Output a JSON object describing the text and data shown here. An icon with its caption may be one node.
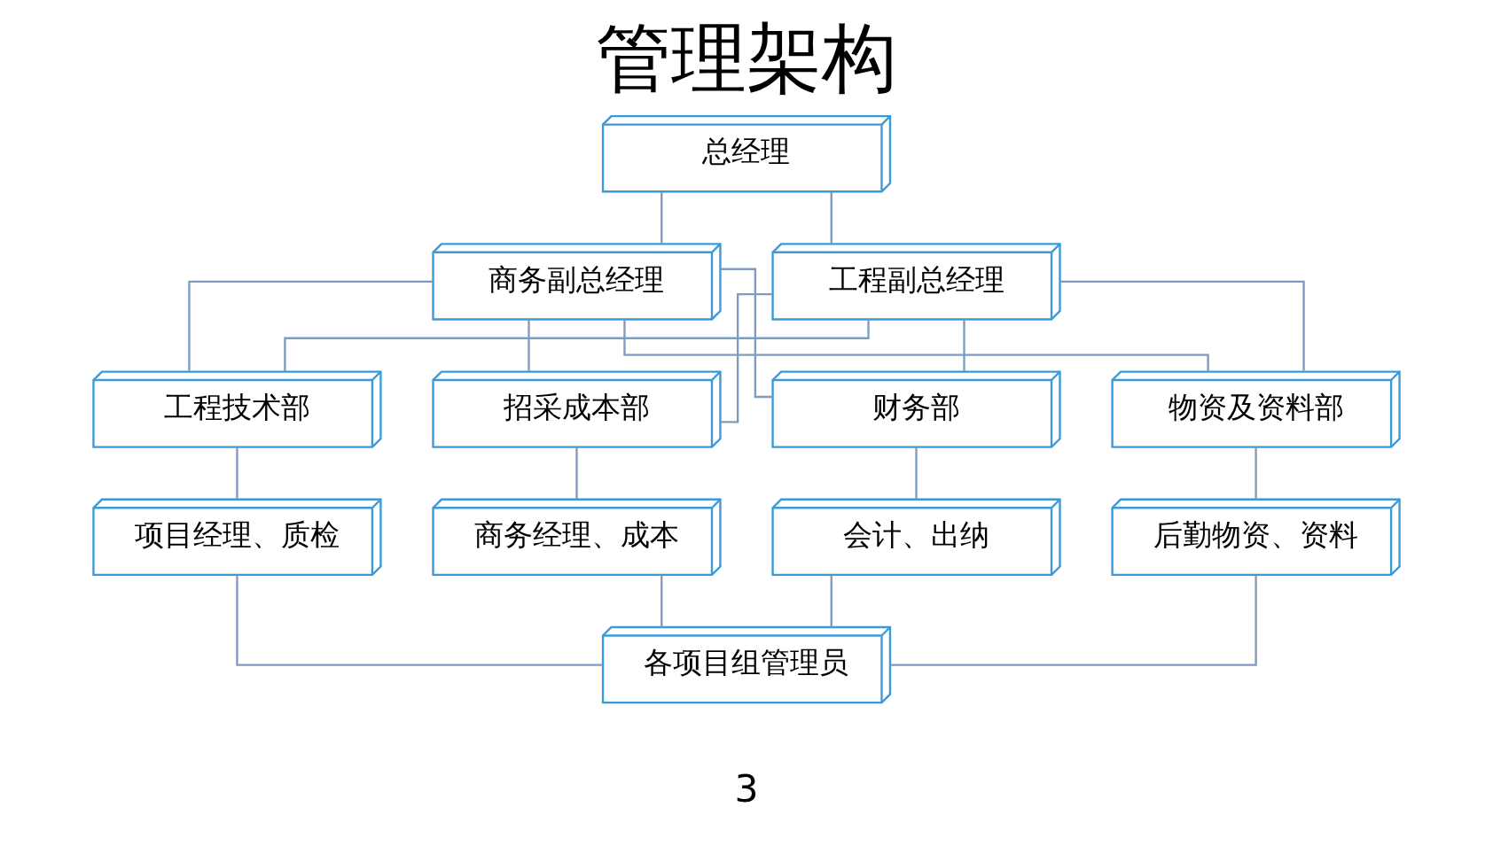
{
  "diagram": {
    "title": "管理架构",
    "nodes": [
      {
        "text": [
          "总经理"
        ]
      },
      {
        "text": [
          "商务副总经理"
        ]
      },
      {
        "text": [
          "工程副总经理"
        ]
      },
      {
        "text": [
          "工程技术部"
        ]
      },
      {
        "text": [
          "招采成本部"
        ]
      },
      {
        "text": [
          "财务部"
        ]
      },
      {
        "text": [
          "物资及资料部"
        ]
      },
      {
        "text": [
          "项目经理、质检"
        ]
      },
      {
        "text": [
          "商务经理、成本"
        ]
      },
      {
        "text": [
          "会计、出纳"
        ]
      },
      {
        "text": [
          "后勤物资、资料"
        ]
      },
      {
        "text": [
          "各项目组管理员"
        ]
      }
    ],
    "edges": [
      {
        "from": 0,
        "to": 1,
        "arrow": "none"
      },
      {
        "from": 0,
        "to": 2,
        "arrow": "none"
      },
      {
        "from": 1,
        "to": 3,
        "arrow": "none"
      },
      {
        "from": 1,
        "to": 4,
        "arrow": "none"
      },
      {
        "from": 1,
        "to": 5,
        "arrow": "none"
      },
      {
        "from": 1,
        "to": 6,
        "arrow": "none"
      },
      {
        "from": 2,
        "to": 3,
        "arrow": "none"
      },
      {
        "from": 2,
        "to": 4,
        "arrow": "none"
      },
      {
        "from": 2,
        "to": 5,
        "arrow": "none"
      },
      {
        "from": 2,
        "to": 6,
        "arrow": "none"
      },
      {
        "from": 3,
        "to": 7,
        "arrow": "none"
      },
      {
        "from": 4,
        "to": 8,
        "arrow": "none"
      },
      {
        "from": 5,
        "to": 9,
        "arrow": "none"
      },
      {
        "from": 6,
        "to": 10,
        "arrow": "none"
      },
      {
        "from": 7,
        "to": 11,
        "arrow": "none"
      },
      {
        "from": 8,
        "to": 11,
        "arrow": "none"
      },
      {
        "from": 9,
        "to": 11,
        "arrow": "none"
      },
      {
        "from": 10,
        "to": 11,
        "arrow": "none"
      }
    ],
    "labels": [
      "3"
    ]
  }
}
